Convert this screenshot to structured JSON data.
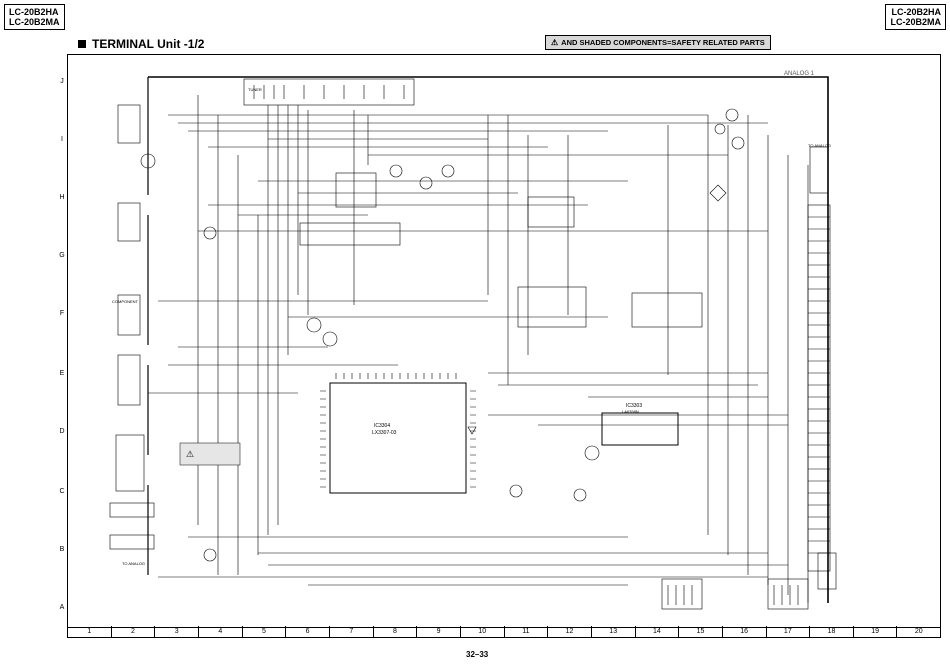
{
  "header": {
    "model_left": [
      "LC-20B2HA",
      "LC-20B2MA"
    ],
    "model_right": [
      "LC-20B2HA",
      "LC-20B2MA"
    ],
    "title": "TERMINAL Unit -1/2",
    "safety_note": "AND SHADED COMPONENTS=SAFETY RELATED PARTS"
  },
  "grid": {
    "rows": [
      "J",
      "I",
      "H",
      "G",
      "F",
      "E",
      "D",
      "C",
      "B",
      "A"
    ],
    "columns": [
      "1",
      "2",
      "3",
      "4",
      "5",
      "6",
      "7",
      "8",
      "9",
      "10",
      "11",
      "12",
      "13",
      "14",
      "15",
      "16",
      "17",
      "18",
      "19",
      "20"
    ]
  },
  "footer": {
    "page": "32–33"
  },
  "labels": {
    "analog": "ANALOG 1",
    "tuner": "TUNER",
    "component": "COMPONENT",
    "ic_main": "IC3304",
    "ic_main_part": "LX3307-03",
    "ic_right": "IC3303",
    "ic_right_part": "LA6358N",
    "to_analog_top": "TO ANALOG",
    "to_analog_bottom": "TO ANALOG",
    "connector_right": "TO ANALOG"
  }
}
